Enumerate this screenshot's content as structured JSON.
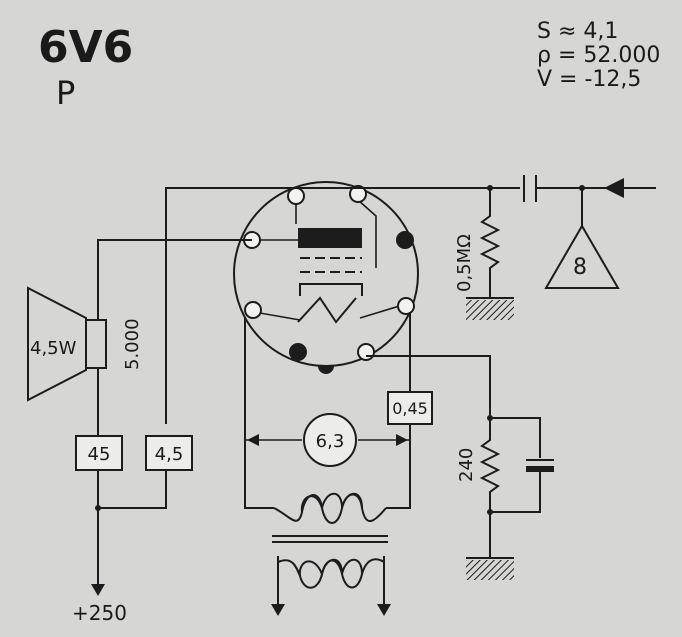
{
  "tube": {
    "type": "6V6",
    "variant": "P"
  },
  "params": {
    "s": "S ≈ 4,1",
    "rho": "ρ = 52.000",
    "v": "V = -12,5"
  },
  "components": {
    "grid_resistor": "0,5MΩ",
    "input_stage": "8",
    "speaker_power": "4,5W",
    "speaker_impedance": "5.000",
    "plate_current": "45",
    "screen_current": "4,5",
    "heater_current": "0,45",
    "heater_voltage": "6,3",
    "cathode_resistor": "240",
    "supply": "+250"
  },
  "colors": {
    "line": "#1c1c1c",
    "paper": "#d6d6d3",
    "label_bg": "#ecece8"
  }
}
